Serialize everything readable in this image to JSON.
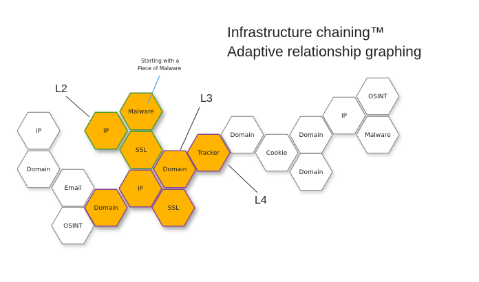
{
  "title": {
    "line1": "Infrastructure chaining™",
    "line2": "Adaptive relationship graphing"
  },
  "callout": {
    "line1": "Starting with a",
    "line2": "Piece of Malware"
  },
  "layer_labels": [
    "L2",
    "L3",
    "L4"
  ],
  "colors": {
    "highlight_fill": "#FFB400",
    "highlight_stroke_green": "#4E9A2E",
    "highlight_stroke_purple": "#8B4A8F",
    "plain_fill": "#FFFFFF",
    "plain_stroke": "#7A7A7A",
    "callout_line": "#4FA3D9"
  },
  "nodes": [
    {
      "label": "IP",
      "highlight": false
    },
    {
      "label": "Domain",
      "highlight": false
    },
    {
      "label": "Email",
      "highlight": false
    },
    {
      "label": "OSINT",
      "highlight": false
    },
    {
      "label": "IP",
      "highlight": true
    },
    {
      "label": "Malware",
      "highlight": true
    },
    {
      "label": "SSL",
      "highlight": true
    },
    {
      "label": "Domain",
      "highlight": true
    },
    {
      "label": "IP",
      "highlight": true
    },
    {
      "label": "Domain",
      "highlight": true
    },
    {
      "label": "SSL",
      "highlight": true
    },
    {
      "label": "Tracker",
      "highlight": true
    },
    {
      "label": "Domain",
      "highlight": false
    },
    {
      "label": "Cookie",
      "highlight": false
    },
    {
      "label": "Domain",
      "highlight": false
    },
    {
      "label": "Domain",
      "highlight": false
    },
    {
      "label": "IP",
      "highlight": false
    },
    {
      "label": "OSINT",
      "highlight": false
    },
    {
      "label": "Malware",
      "highlight": false
    }
  ]
}
